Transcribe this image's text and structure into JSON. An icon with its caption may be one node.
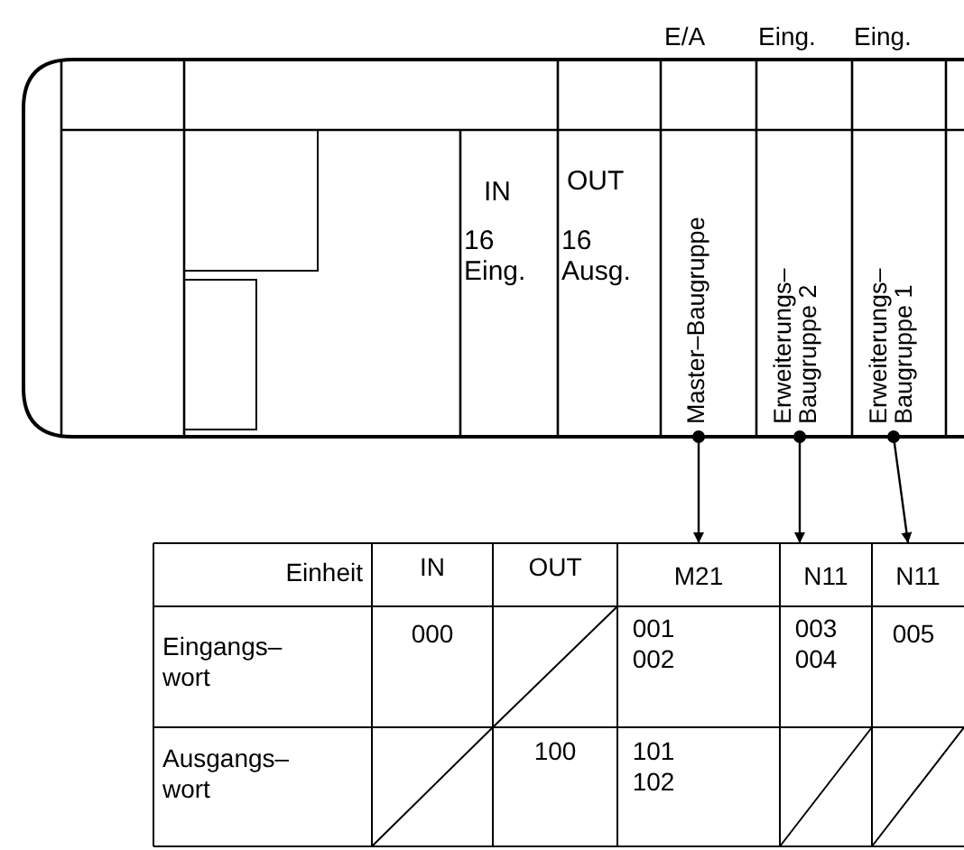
{
  "diagram": {
    "nodes": [
      {
        "text": [
          "Master–Baugruppe"
        ]
      },
      {
        "text": [
          "Erweiterungs– Baugruppe 2"
        ]
      },
      {
        "text": [
          "Erweiterungs– Baugruppe 1"
        ]
      },
      {
        "text": [
          "M21"
        ]
      },
      {
        "text": [
          "N11"
        ]
      },
      {
        "text": [
          "N11"
        ]
      }
    ],
    "edges": [
      {
        "from": 0,
        "to": 3,
        "arrow": "to"
      },
      {
        "from": 1,
        "to": 4,
        "arrow": "to"
      },
      {
        "from": 2,
        "to": 5,
        "arrow": "to"
      }
    ],
    "labels": [
      "E/A",
      "Eing.",
      "Eing.",
      "IN",
      "16 Eing.",
      "OUT",
      "16 Ausg.",
      "Einheit",
      "IN",
      "OUT",
      "Eingangs– wort",
      "000",
      "001 002",
      "003 004",
      "005",
      "Ausgangs– wort",
      "100",
      "101 102"
    ]
  }
}
